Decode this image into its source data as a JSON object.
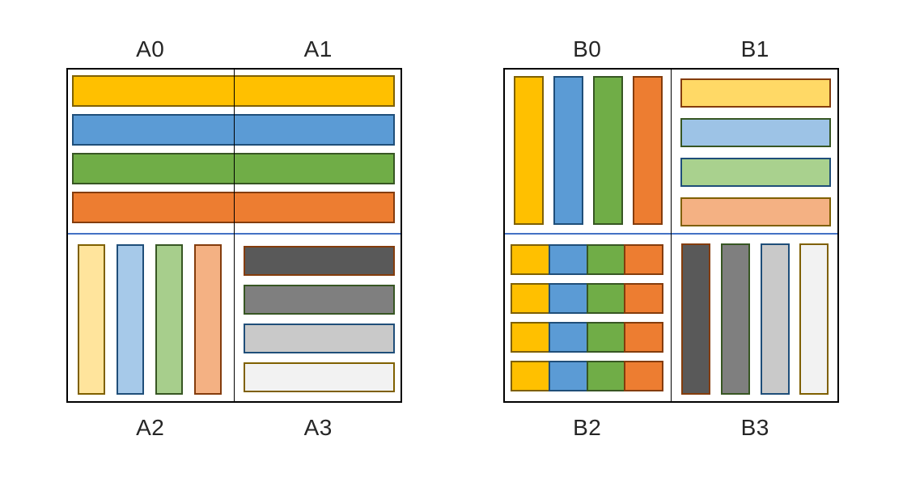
{
  "figure": {
    "background": "#ffffff",
    "frame_color": "#000000",
    "column_divider_color": "#000000",
    "row_divider_color": "#4472C4",
    "label_color": "#262626"
  },
  "groups": [
    {
      "id": "A",
      "top_labels": [
        "A0",
        "A1"
      ],
      "bottom_labels": [
        "A2",
        "A3"
      ]
    },
    {
      "id": "B",
      "top_labels": [
        "B0",
        "B1"
      ],
      "bottom_labels": [
        "B2",
        "B3"
      ]
    }
  ],
  "palette": {
    "strong_fills": [
      "#FFC000",
      "#5B9BD5",
      "#70AD47",
      "#ED7D31"
    ],
    "dark_edges": [
      "#7F6000",
      "#1F4E79",
      "#375623",
      "#843C0C"
    ],
    "gray_fills": [
      "#595959",
      "#7F7F7F",
      "#C9C9C9",
      "#F2F2F2"
    ]
  },
  "chart_data": [
    {
      "panel": "A0",
      "group": "A",
      "position": "top-left",
      "type": "bar",
      "orientation": "horizontal",
      "values": [
        1,
        1,
        1,
        1
      ],
      "value_note": "four uniform full-width bars, continuous across the A0/A1 boundary",
      "bars": [
        {
          "fill": "#FFC000",
          "edge": "#7F6000"
        },
        {
          "fill": "#5B9BD5",
          "edge": "#1F4E79"
        },
        {
          "fill": "#70AD47",
          "edge": "#375623"
        },
        {
          "fill": "#ED7D31",
          "edge": "#843C0C"
        }
      ]
    },
    {
      "panel": "A1",
      "group": "A",
      "position": "top-right",
      "type": "bar",
      "orientation": "horizontal",
      "values": [
        1,
        1,
        1,
        1
      ],
      "value_note": "continuation of the same four bars shown in A0",
      "bars": [
        {
          "fill": "#FFC000",
          "edge": "#7F6000"
        },
        {
          "fill": "#5B9BD5",
          "edge": "#1F4E79"
        },
        {
          "fill": "#70AD47",
          "edge": "#375623"
        },
        {
          "fill": "#ED7D31",
          "edge": "#843C0C"
        }
      ]
    },
    {
      "panel": "A2",
      "group": "A",
      "position": "bottom-left",
      "type": "bar",
      "orientation": "vertical",
      "values": [
        1,
        1,
        1,
        1
      ],
      "value_note": "four uniform full-height bars, light tint fills with matching dark edges",
      "bars": [
        {
          "fill": "#FFE49C",
          "edge": "#7F6000"
        },
        {
          "fill": "#A6C9E9",
          "edge": "#1F4E79"
        },
        {
          "fill": "#A7CE8C",
          "edge": "#375623"
        },
        {
          "fill": "#F4B183",
          "edge": "#843C0C"
        }
      ]
    },
    {
      "panel": "A3",
      "group": "A",
      "position": "bottom-right",
      "type": "bar",
      "orientation": "horizontal",
      "values": [
        1,
        1,
        1,
        1
      ],
      "value_note": "four uniform full-width gray bars with reversed-order dark colored edges",
      "bars": [
        {
          "fill": "#595959",
          "edge": "#843C0C"
        },
        {
          "fill": "#7F7F7F",
          "edge": "#375623"
        },
        {
          "fill": "#C9C9C9",
          "edge": "#1F4E79"
        },
        {
          "fill": "#F2F2F2",
          "edge": "#7F6000"
        }
      ]
    },
    {
      "panel": "B0",
      "group": "B",
      "position": "top-left",
      "type": "bar",
      "orientation": "vertical",
      "values": [
        1,
        1,
        1,
        1
      ],
      "value_note": "four uniform full-height bars, strong fills with matching dark edges",
      "bars": [
        {
          "fill": "#FFC000",
          "edge": "#7F6000"
        },
        {
          "fill": "#5B9BD5",
          "edge": "#1F4E79"
        },
        {
          "fill": "#70AD47",
          "edge": "#375623"
        },
        {
          "fill": "#ED7D31",
          "edge": "#843C0C"
        }
      ]
    },
    {
      "panel": "B1",
      "group": "B",
      "position": "top-right",
      "type": "bar",
      "orientation": "horizontal",
      "values": [
        1,
        1,
        1,
        1
      ],
      "value_note": "four uniform full-width bars, light tint fills with reversed-order dark edges",
      "bars": [
        {
          "fill": "#FFD966",
          "edge": "#843C0C"
        },
        {
          "fill": "#9DC3E6",
          "edge": "#375623"
        },
        {
          "fill": "#A9D18E",
          "edge": "#1F4E79"
        },
        {
          "fill": "#F4B183",
          "edge": "#7F6000"
        }
      ]
    },
    {
      "panel": "B2",
      "group": "B",
      "position": "bottom-left",
      "type": "stacked-bar",
      "orientation": "horizontal",
      "rows": 4,
      "values": [
        [
          1,
          1,
          1,
          1
        ],
        [
          1,
          1,
          1,
          1
        ],
        [
          1,
          1,
          1,
          1
        ],
        [
          1,
          1,
          1,
          1
        ]
      ],
      "value_note": "four stacked rows, each split into four equal colored segments",
      "segments": [
        {
          "fill": "#FFC000",
          "edge": "#7F6000"
        },
        {
          "fill": "#5B9BD5",
          "edge": "#1F4E79"
        },
        {
          "fill": "#70AD47",
          "edge": "#375623"
        },
        {
          "fill": "#ED7D31",
          "edge": "#843C0C"
        }
      ]
    },
    {
      "panel": "B3",
      "group": "B",
      "position": "bottom-right",
      "type": "bar",
      "orientation": "vertical",
      "values": [
        1,
        1,
        1,
        1
      ],
      "value_note": "four uniform full-height gray bars with reversed-order dark colored edges",
      "bars": [
        {
          "fill": "#595959",
          "edge": "#843C0C"
        },
        {
          "fill": "#7F7F7F",
          "edge": "#375623"
        },
        {
          "fill": "#C9C9C9",
          "edge": "#1F4E79"
        },
        {
          "fill": "#F2F2F2",
          "edge": "#7F6000"
        }
      ]
    }
  ]
}
